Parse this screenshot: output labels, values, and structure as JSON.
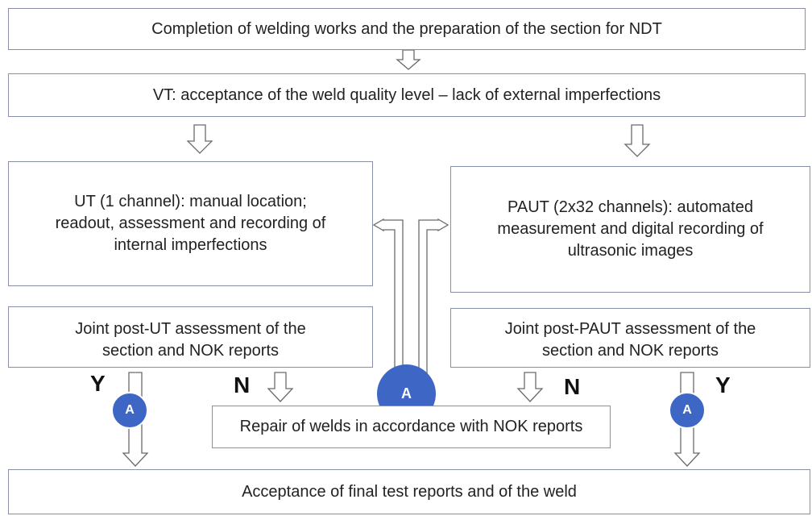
{
  "steps": {
    "completion": "Completion of welding works and the preparation of the section for NDT",
    "vt": "VT: acceptance of the weld quality level – lack of external imperfections",
    "ut_line1": "UT (1 channel): manual location;",
    "ut_line2": "readout, assessment and recording of",
    "ut_line3": "internal imperfections",
    "paut_line1": "PAUT (2x32 channels): automated",
    "paut_line2": "measurement and digital recording of",
    "paut_line3": "ultrasonic images",
    "post_ut_line1": "Joint post-UT assessment of the",
    "post_ut_line2": "section and NOK reports",
    "post_paut_line1": "Joint post-PAUT assessment of the",
    "post_paut_line2": "section and NOK reports",
    "repair": "Repair of welds in accordance with NOK reports",
    "final": "Acceptance of final test reports and of the weld"
  },
  "labels": {
    "yes_left": "Y",
    "no_left": "N",
    "no_right": "N",
    "yes_right": "Y"
  },
  "connectors": {
    "a_left": "A",
    "a_center": "A",
    "a_right": "A"
  },
  "colors": {
    "box_border": "#8a8fa8",
    "arrow_stroke": "#6b6b6b",
    "connector_fill": "#3e67c5",
    "text": "#222222"
  }
}
